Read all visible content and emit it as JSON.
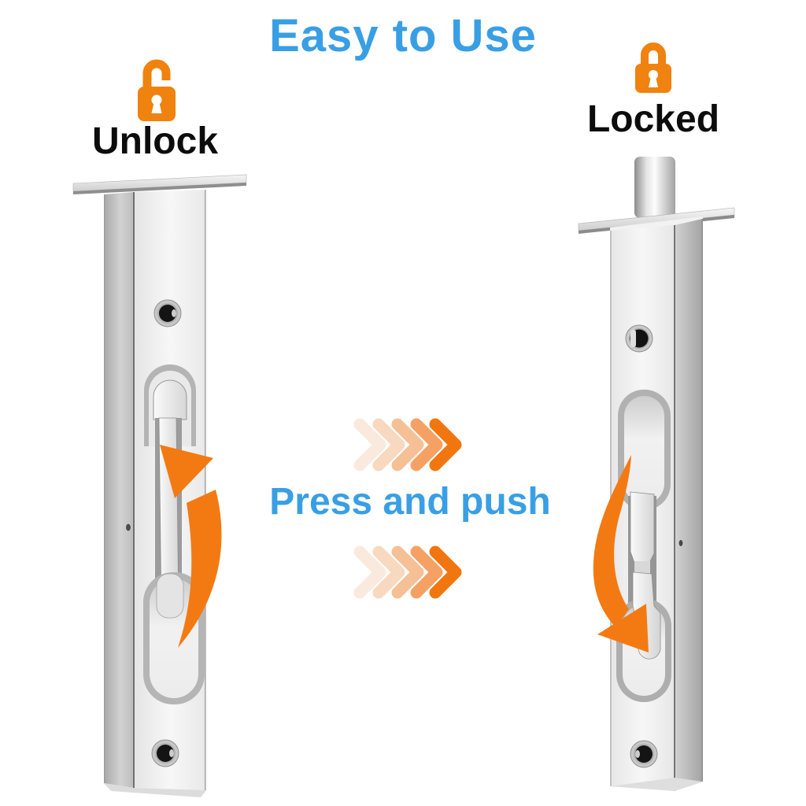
{
  "page": {
    "title": "Easy to Use",
    "instruction": "Press and push"
  },
  "states": {
    "unlocked_label": "Unlock",
    "locked_label": "Locked"
  },
  "icons": {
    "left_lock_icon": "open-padlock",
    "right_lock_icon": "closed-padlock",
    "left_motion_icon": "curved-arrow-pointing-up-at-lever",
    "right_motion_icon": "curved-arrow-pointing-down-at-lever",
    "center_motion_icon": "right-chevron-fade-arrows"
  },
  "theme": {
    "accent_blue": "#399fe5",
    "lock_orange": "#f0820f",
    "arrow_orange": "#f37a12",
    "text_black": "#0c0c0c",
    "chevron_colors": [
      "#faeadd",
      "#f8d9bf",
      "#f6c097",
      "#f5a164",
      "#f2760f"
    ]
  }
}
